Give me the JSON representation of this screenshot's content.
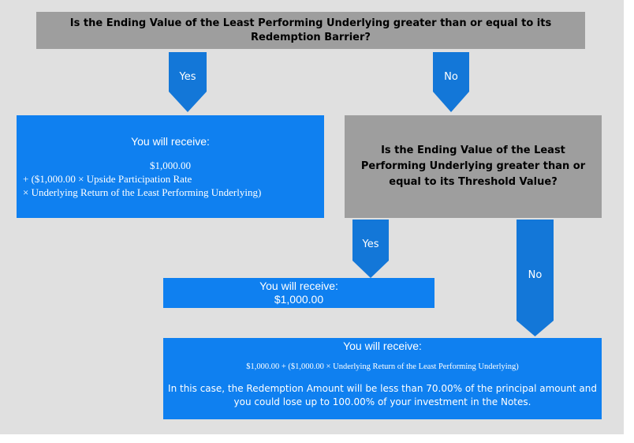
{
  "question1": "Is the Ending Value of the Least Performing Underlying greater than or equal to its Redemption Barrier?",
  "question2": "Is the Ending Value of the Least Performing Underlying greater than or equal to its Threshold Value?",
  "arrows": {
    "q1_yes": "Yes",
    "q1_no": "No",
    "q2_yes": "Yes",
    "q2_no": "No"
  },
  "result1": {
    "heading": "You will receive:",
    "amount": "$1,000.00",
    "formula_line1": "+ ($1,000.00 × Upside Participation Rate",
    "formula_line2": "× Underlying Return of the Least Performing Underlying)"
  },
  "result2": {
    "heading": "You will receive:",
    "amount": "$1,000.00"
  },
  "result3": {
    "heading": "You will receive:",
    "formula": "$1,000.00 + ($1,000.00 × Underlying Return of the Least Performing Underlying)",
    "note": "In this case, the Redemption Amount will be less than 70.00% of the principal amount and you could lose up to 100.00% of your investment in the Notes."
  },
  "colors": {
    "background": "#e0e0e0",
    "question_box": "#9e9e9e",
    "result_box": "#0f80f0",
    "arrow": "#1377d8"
  }
}
